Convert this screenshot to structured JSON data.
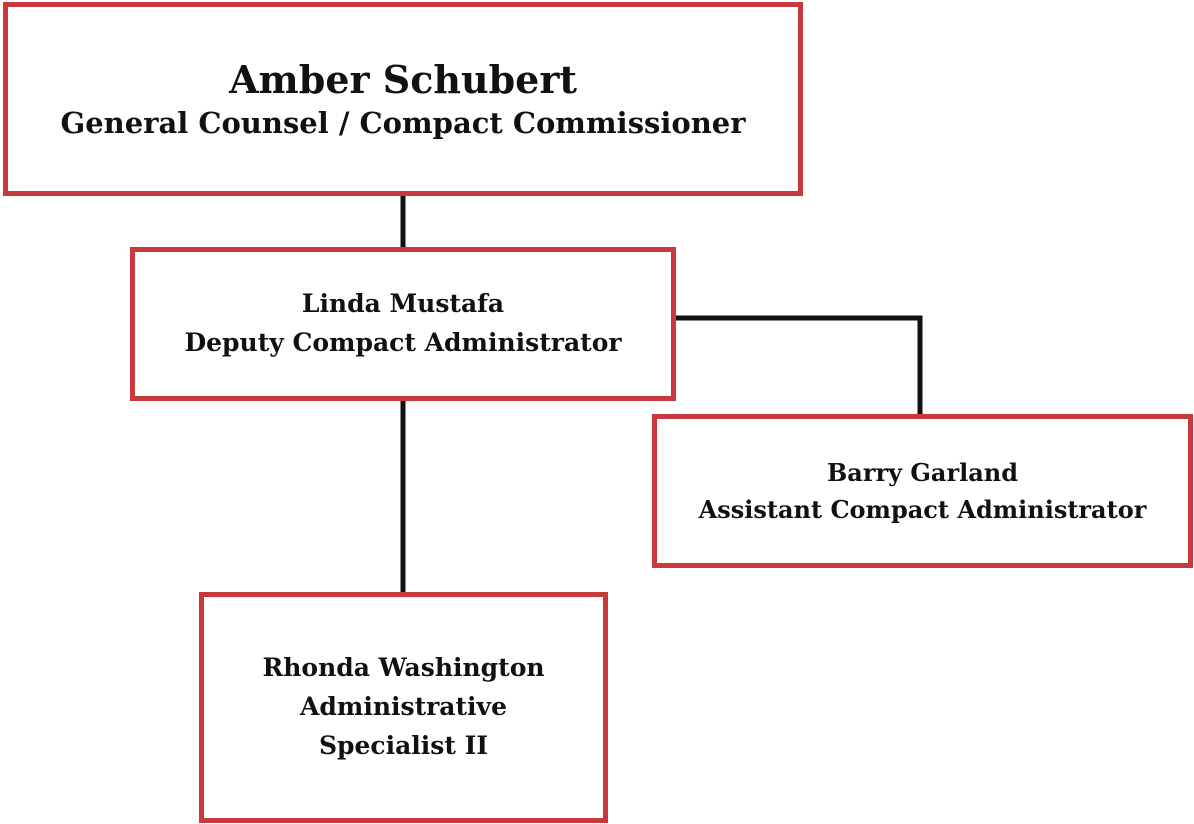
{
  "org_chart": {
    "commissioner": {
      "name": "Amber Schubert",
      "title": "General Counsel / Compact Commissioner"
    },
    "deputy": {
      "name": "Linda Mustafa",
      "title": "Deputy Compact Administrator"
    },
    "assistant": {
      "name": "Barry Garland",
      "title": "Assistant Compact Administrator"
    },
    "admin_specialist": {
      "name": "Rhonda Washington",
      "title_line1": "Administrative",
      "title_line2": "Specialist II"
    }
  },
  "colors": {
    "box_border": "#c8393b",
    "connector": "#111111",
    "text": "#111111",
    "background": "#ffffff"
  }
}
